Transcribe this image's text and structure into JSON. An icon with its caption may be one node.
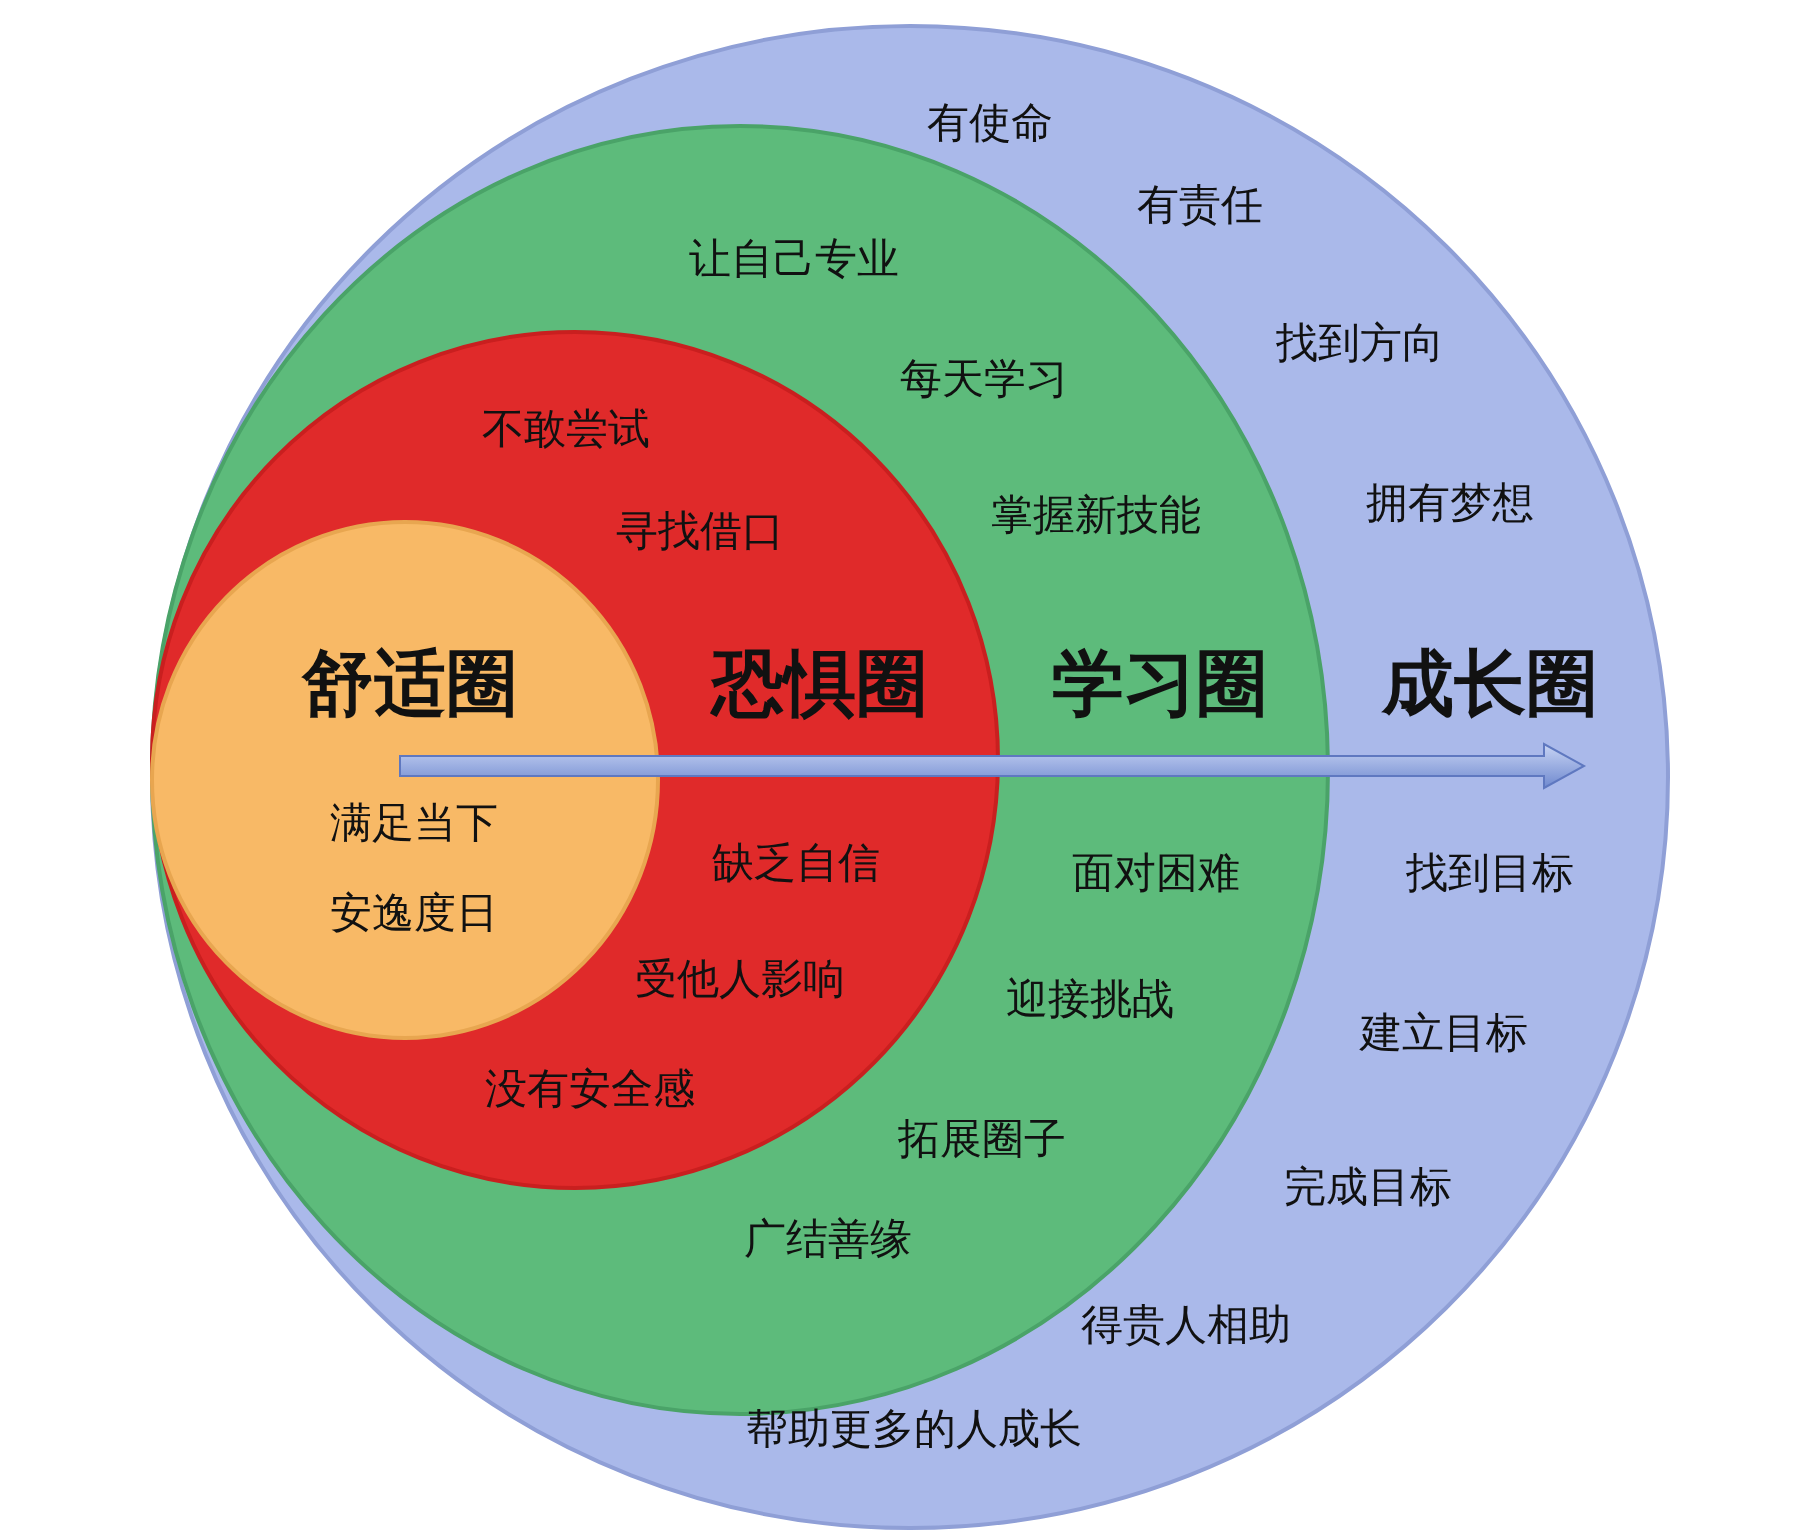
{
  "diagram": {
    "nodes": [
      {
        "text": [
          "成长圈",
          "有使命",
          "有责任",
          "找到方向",
          "拥有梦想",
          "找到目标",
          "建立目标",
          "完成目标",
          "得贵人相助",
          "帮助更多的人成长"
        ]
      },
      {
        "text": [
          "学习圈",
          "让自己专业",
          "每天学习",
          "掌握新技能",
          "面对困难",
          "迎接挑战",
          "拓展圈子",
          "广结善缘"
        ],
        "in": 0
      },
      {
        "text": [
          "恐惧圈",
          "不敢尝试",
          "寻找借口",
          "缺乏自信",
          "受他人影响",
          "没有安全感"
        ],
        "in": 1
      },
      {
        "text": [
          "舒适圈",
          "满足当下",
          "安逸度日"
        ],
        "in": 2
      }
    ]
  }
}
